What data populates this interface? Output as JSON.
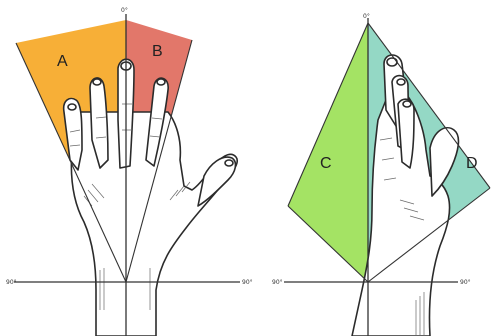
{
  "left_figure": {
    "top_angle": "0°",
    "left_angle": "90°",
    "right_angle": "90°",
    "regions": [
      {
        "label": "A",
        "color": "#f7ab2c"
      },
      {
        "label": "B",
        "color": "#e07062"
      }
    ]
  },
  "right_figure": {
    "top_angle": "0°",
    "left_angle": "90°",
    "right_angle": "90°",
    "regions": [
      {
        "label": "C",
        "color": "#9fe15c"
      },
      {
        "label": "D",
        "color": "#8ed6c2"
      }
    ]
  }
}
